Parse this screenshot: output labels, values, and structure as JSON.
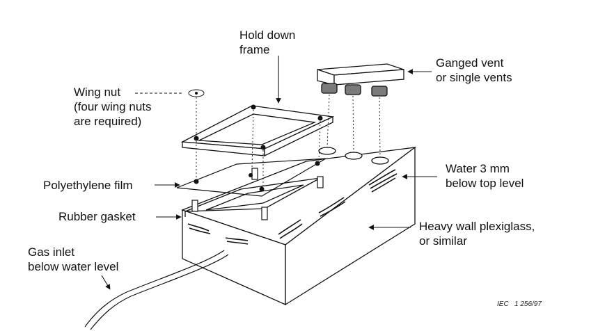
{
  "diagram": {
    "labels": {
      "hold_down_frame": [
        "Hold down",
        "frame"
      ],
      "ganged_vent": [
        "Ganged vent",
        "or single vents"
      ],
      "wing_nut": [
        "Wing nut",
        "(four wing nuts",
        "are required)"
      ],
      "water_level": [
        "Water 3 mm",
        "below top level"
      ],
      "polyethylene_film": [
        "Polyethylene film"
      ],
      "rubber_gasket": [
        "Rubber gasket"
      ],
      "plexiglass": [
        "Heavy wall plexiglass,",
        "or similar"
      ],
      "gas_inlet": [
        "Gas inlet",
        "below water level"
      ]
    },
    "reference": "IEC   1 256/97"
  }
}
